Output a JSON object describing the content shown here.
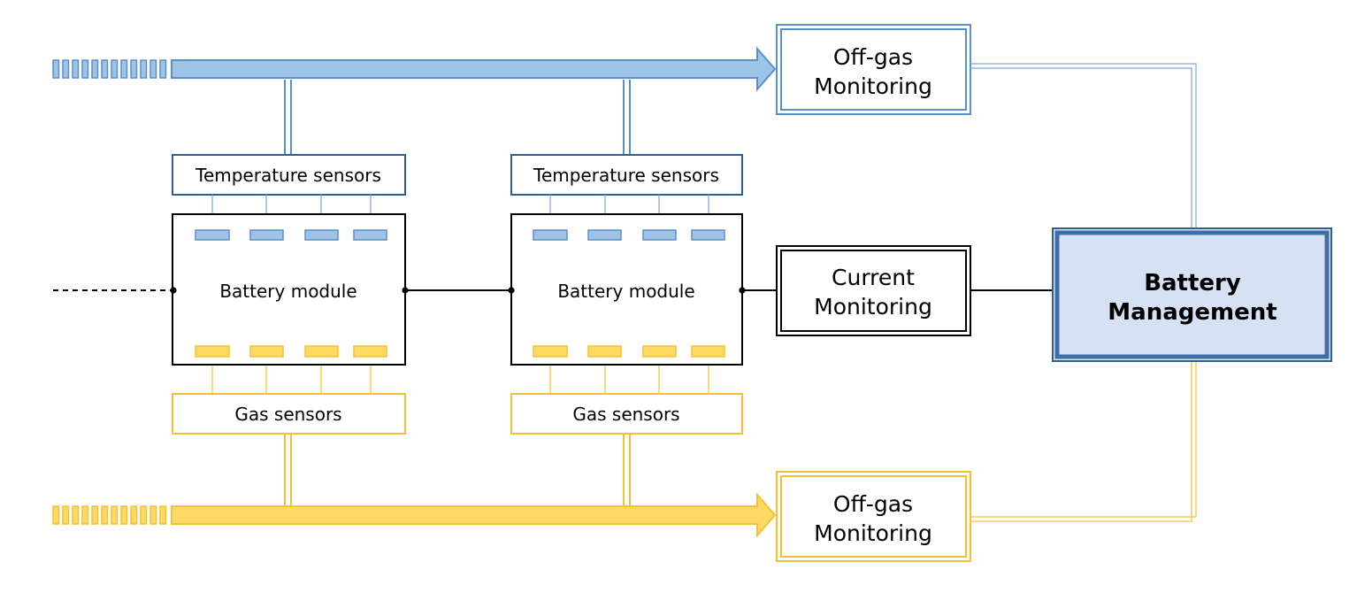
{
  "colors": {
    "blue_stroke": "#5b8fc9",
    "blue_fill": "#9dc3e6",
    "blue_dark": "#2e5e92",
    "blue_box_border": "#3d6fa6",
    "bms_fill": "#d6e2f4",
    "yellow_stroke": "#f2c230",
    "yellow_fill": "#ffd966",
    "black": "#000000"
  },
  "temp_sensors": [
    {
      "label": "Temperature sensors"
    },
    {
      "label": "Temperature sensors"
    }
  ],
  "battery_modules": [
    {
      "label": "Battery module"
    },
    {
      "label": "Battery module"
    }
  ],
  "gas_sensors": [
    {
      "label": "Gas sensors"
    },
    {
      "label": "Gas sensors"
    }
  ],
  "offgas_top": {
    "line1": "Off-gas",
    "line2": "Monitoring"
  },
  "offgas_bottom": {
    "line1": "Off-gas",
    "line2": "Monitoring"
  },
  "current": {
    "line1": "Current",
    "line2": "Monitoring"
  },
  "bms": {
    "line1": "Battery",
    "line2": "Management"
  }
}
